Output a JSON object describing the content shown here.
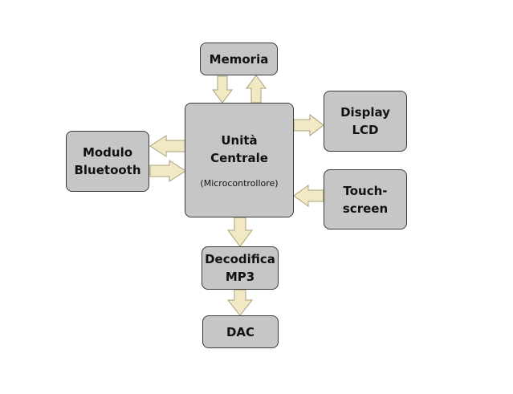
{
  "blocks": {
    "memoria": {
      "label": "Memoria"
    },
    "unita_centrale": {
      "line1": "Unità",
      "line2": "Centrale",
      "sub": "(Microcontrollore)"
    },
    "display": {
      "line1": "Display",
      "line2": "LCD"
    },
    "bluetooth": {
      "line1": "Modulo",
      "line2": "Bluetooth"
    },
    "touch": {
      "label": "Touch-screen"
    },
    "decodifica": {
      "line1": "Decodifica",
      "line2": "MP3"
    },
    "dac": {
      "label": "DAC"
    }
  },
  "colors": {
    "block_fill": "#c6c6c6",
    "block_border": "#3a3a3a",
    "arrow_fill": "#f2e8c4",
    "arrow_stroke": "#a8a07c",
    "background": "#ffffff"
  },
  "connections": [
    {
      "from": "unita_centrale",
      "to": "memoria"
    },
    {
      "from": "memoria",
      "to": "unita_centrale"
    },
    {
      "from": "unita_centrale",
      "to": "display"
    },
    {
      "from": "unita_centrale",
      "to": "bluetooth"
    },
    {
      "from": "bluetooth",
      "to": "unita_centrale"
    },
    {
      "from": "touch",
      "to": "unita_centrale"
    },
    {
      "from": "unita_centrale",
      "to": "decodifica"
    },
    {
      "from": "decodifica",
      "to": "dac"
    }
  ]
}
